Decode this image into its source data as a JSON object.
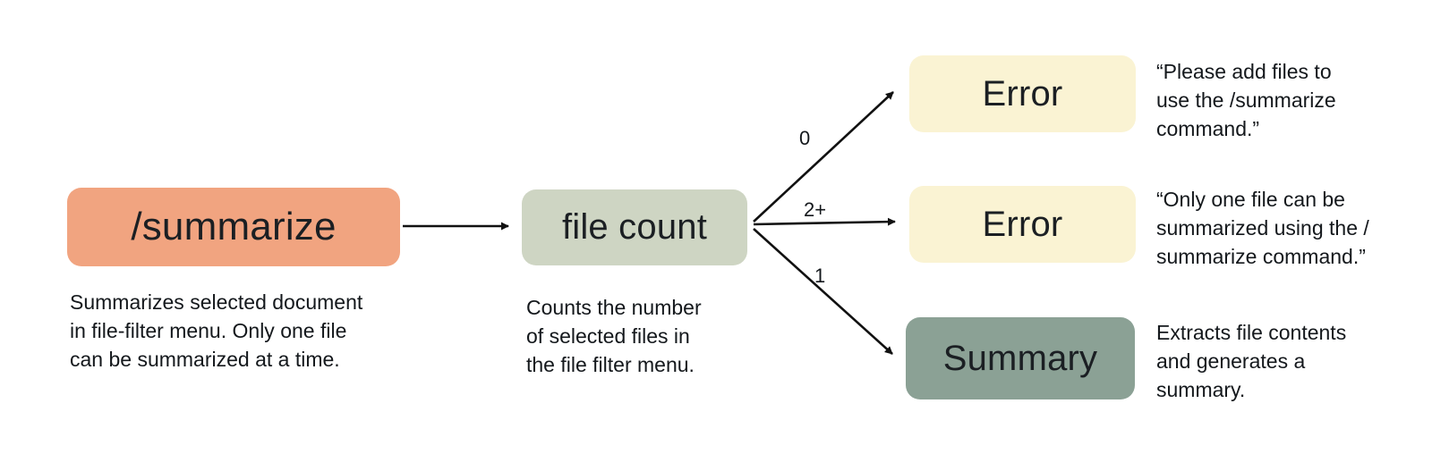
{
  "canvas": {
    "background": "#ffffff",
    "arrow_color": "#111111"
  },
  "nodes": {
    "summarize": {
      "label": "/summarize",
      "caption": "Summarizes selected document\nin file-filter menu. Only one file\ncan be summarized at a time.",
      "color": "#f1a480"
    },
    "file_count": {
      "label": "file count",
      "caption": "Counts the number\nof selected files in\nthe file filter menu.",
      "color": "#ced5c3"
    },
    "error_zero": {
      "label": "Error",
      "note": "“Please add files to\nuse the /summarize\ncommand.”",
      "color": "#faf3d3"
    },
    "error_multi": {
      "label": "Error",
      "note": "“Only one file can be\nsummarized using the /\nsummarize command.”",
      "color": "#faf3d3"
    },
    "summary": {
      "label": "Summary",
      "note": "Extracts file contents\nand generates a\nsummary.",
      "color": "#8ba195"
    }
  },
  "edge_labels": {
    "zero": "0",
    "multi": "2+",
    "one": "1"
  }
}
